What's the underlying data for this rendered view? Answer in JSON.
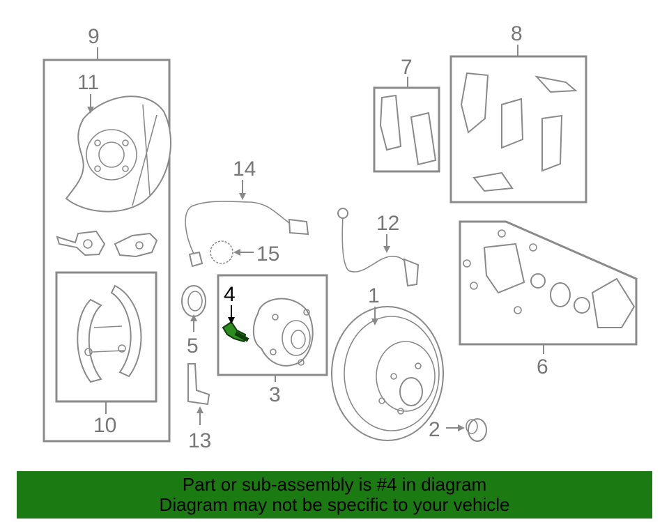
{
  "callouts": {
    "c1": "1",
    "c2": "2",
    "c3": "3",
    "c4": "4",
    "c5": "5",
    "c6": "6",
    "c7": "7",
    "c8": "8",
    "c9": "9",
    "c10": "10",
    "c11": "11",
    "c12": "12",
    "c13": "13",
    "c14": "14",
    "c15": "15"
  },
  "highlighted_part": "4",
  "colors": {
    "highlight_part": "#2e8b1f",
    "banner_background": "#1c7a12",
    "line_art": "#8a8a8a"
  },
  "banner": {
    "line1": "Part or sub-assembly is #4 in diagram",
    "line2": "Diagram may not be specific to your vehicle"
  }
}
